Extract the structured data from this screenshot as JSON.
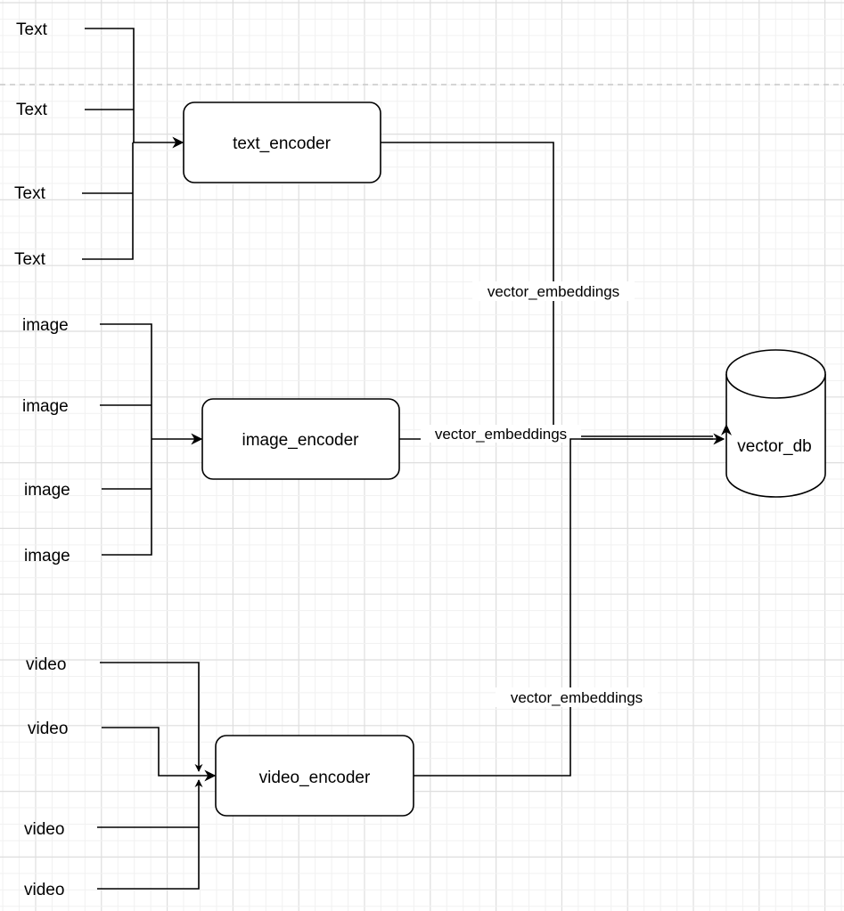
{
  "diagram": {
    "type": "flowchart",
    "groups": [
      {
        "id": "text",
        "inputs": [
          "Text",
          "Text",
          "Text",
          "Text"
        ],
        "encoder": "text_encoder",
        "edge_label": "vector_embeddings"
      },
      {
        "id": "image",
        "inputs": [
          "image",
          "image",
          "image",
          "image"
        ],
        "encoder": "image_encoder",
        "edge_label": "vector_embeddings"
      },
      {
        "id": "video",
        "inputs": [
          "video",
          "video",
          "video",
          "video"
        ],
        "encoder": "video_encoder",
        "edge_label": "vector_embeddings"
      }
    ],
    "target": "vector_db",
    "colors": {
      "stroke": "#000000",
      "background": "#ffffff",
      "grid_minor": "#f1f1f1",
      "grid_major": "#dedede",
      "page_break": "#c8c8c8"
    }
  }
}
